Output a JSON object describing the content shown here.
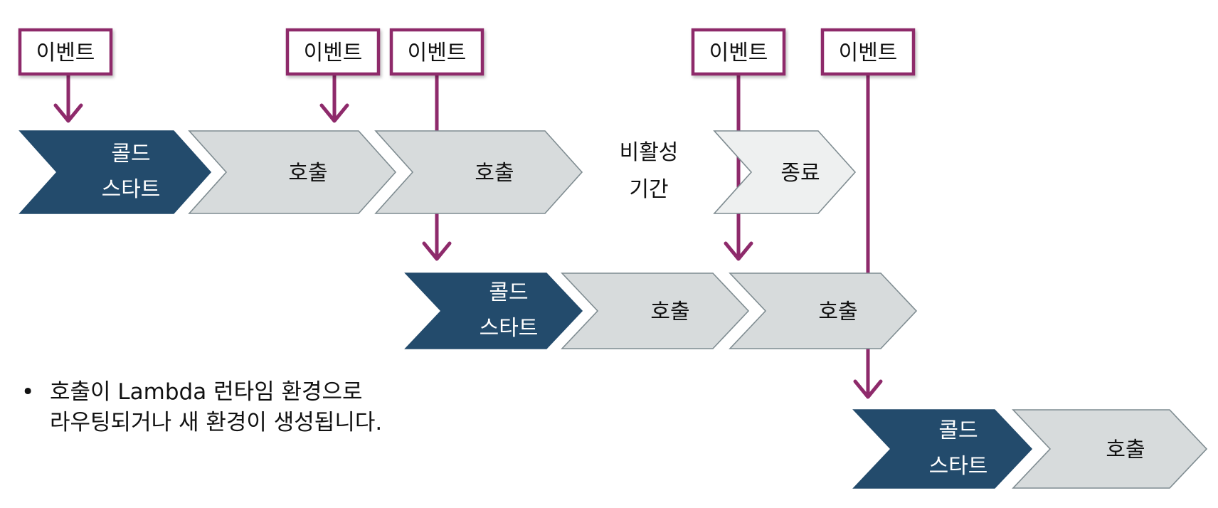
{
  "colors": {
    "event_border": "#8e2a6b",
    "arrow": "#8e2a6b",
    "cold_fill": "#234b6c",
    "cold_text": "#ffffff",
    "invoke_fill": "#d7dbdc",
    "end_fill": "#eef0f0",
    "chevron_stroke": "#7f8c91",
    "text_dark": "#111111"
  },
  "events": [
    {
      "label": "이벤트"
    },
    {
      "label": "이벤트"
    },
    {
      "label": "이벤트"
    },
    {
      "label": "이벤트"
    },
    {
      "label": "이벤트"
    }
  ],
  "rows": [
    {
      "chevrons": [
        {
          "kind": "cold",
          "lines": [
            "콜드",
            "스타트"
          ]
        },
        {
          "kind": "invoke",
          "lines": [
            "호출"
          ]
        },
        {
          "kind": "invoke",
          "lines": [
            "호출"
          ]
        },
        {
          "kind": "end",
          "lines": [
            "종료"
          ]
        }
      ]
    },
    {
      "chevrons": [
        {
          "kind": "cold",
          "lines": [
            "콜드",
            "스타트"
          ]
        },
        {
          "kind": "invoke",
          "lines": [
            "호출"
          ]
        },
        {
          "kind": "invoke",
          "lines": [
            "호출"
          ]
        }
      ]
    },
    {
      "chevrons": [
        {
          "kind": "cold",
          "lines": [
            "콜드",
            "스타트"
          ]
        },
        {
          "kind": "invoke",
          "lines": [
            "호출"
          ]
        }
      ]
    }
  ],
  "idle_label": [
    "비활성",
    "기간"
  ],
  "note": {
    "bullet": "•",
    "lines": [
      "호출이 Lambda 런타임 환경으로",
      "라우팅되거나 새 환경이 생성됩니다."
    ]
  }
}
